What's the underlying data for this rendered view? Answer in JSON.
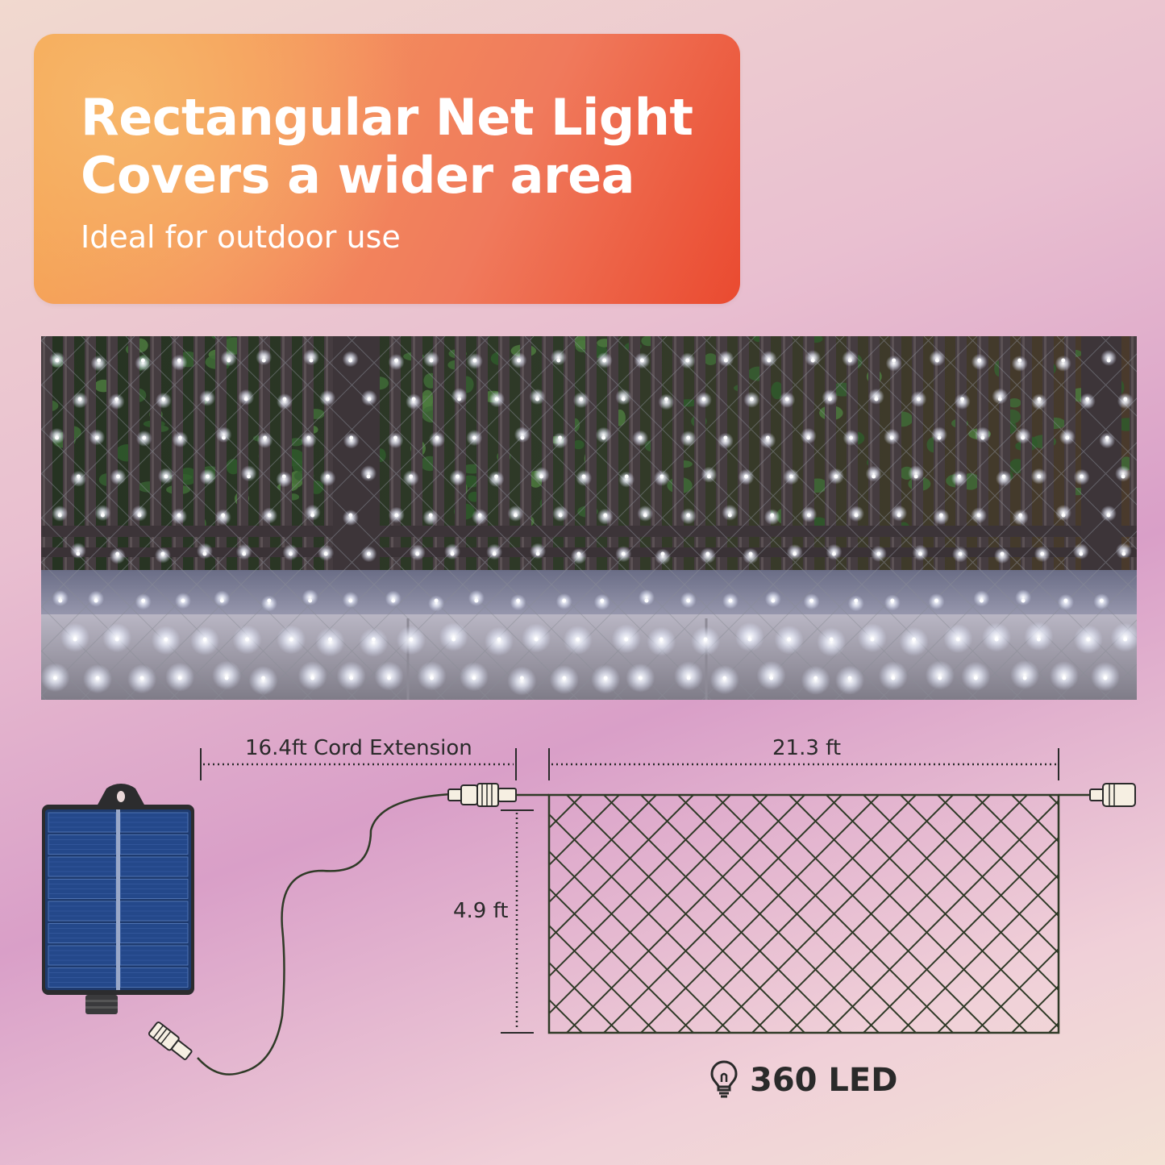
{
  "header": {
    "title_line1": "Rectangular Net Light",
    "title_line2": "Covers a wider area",
    "subtitle": "Ideal for outdoor use"
  },
  "diagram": {
    "cord_extension_label": "16.4ft Cord Extension",
    "width_label": "21.3 ft",
    "height_label": "4.9 ft",
    "led_count_label": "360 LED"
  },
  "colors": {
    "banner_start": "#f4a54a",
    "banner_end": "#ea4a30",
    "text_dark": "#2a2a2a",
    "net_line": "#2f3a27"
  },
  "icons": {
    "led": "lightbulb-icon",
    "solar": "solar-panel-icon",
    "connector": "plug-connector-icon"
  }
}
